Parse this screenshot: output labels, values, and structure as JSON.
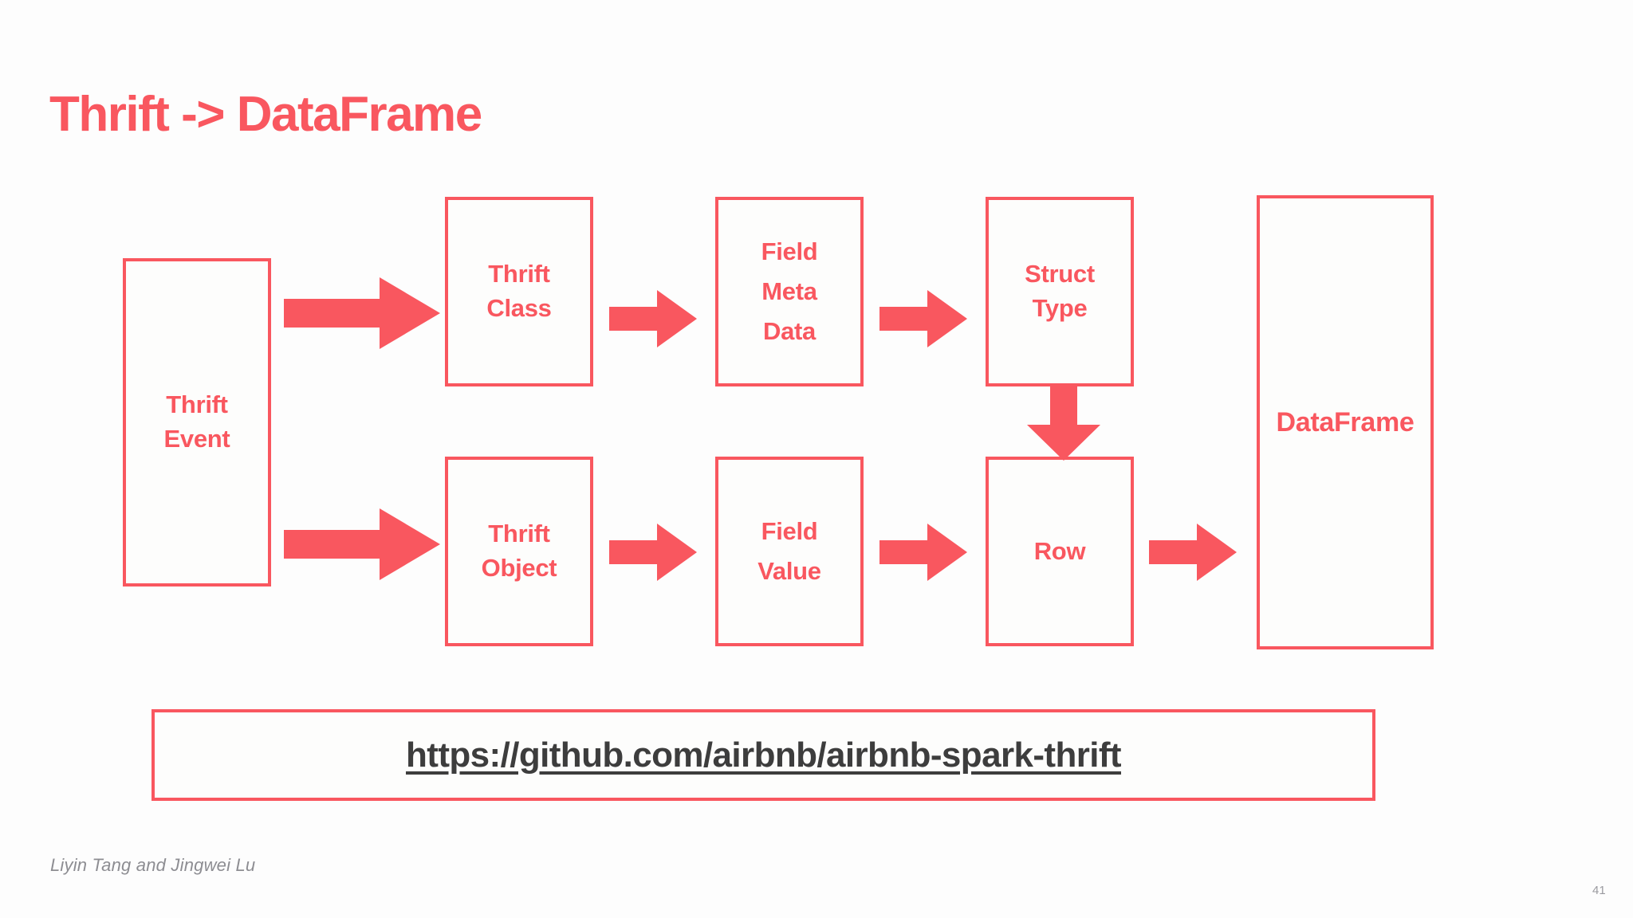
{
  "slide": {
    "title": "Thrift -> DataFrame",
    "number": "41",
    "authors": "Liyin Tang and Jingwei Lu",
    "accent_color": "#f9575f",
    "background_color": "#fdfdfd",
    "link_color": "#3d3d3d"
  },
  "diagram": {
    "type": "flow",
    "nodes": [
      {
        "id": "thrift-event",
        "lines": [
          "Thrift",
          "Event"
        ]
      },
      {
        "id": "thrift-class",
        "lines": [
          "Thrift",
          "Class"
        ]
      },
      {
        "id": "field-meta-data",
        "lines": [
          "Field",
          "Meta",
          "Data"
        ]
      },
      {
        "id": "struct-type",
        "lines": [
          "Struct",
          "Type"
        ]
      },
      {
        "id": "thrift-object",
        "lines": [
          "Thrift",
          "Object"
        ]
      },
      {
        "id": "field-value",
        "lines": [
          "Field",
          "Value"
        ]
      },
      {
        "id": "row",
        "lines": [
          "Row"
        ]
      },
      {
        "id": "dataframe",
        "lines": [
          "DataFrame"
        ]
      }
    ],
    "edges": [
      {
        "from": "thrift-event",
        "to": "thrift-class",
        "direction": "right"
      },
      {
        "from": "thrift-event",
        "to": "thrift-object",
        "direction": "right"
      },
      {
        "from": "thrift-class",
        "to": "field-meta-data",
        "direction": "right"
      },
      {
        "from": "field-meta-data",
        "to": "struct-type",
        "direction": "right"
      },
      {
        "from": "thrift-object",
        "to": "field-value",
        "direction": "right"
      },
      {
        "from": "field-value",
        "to": "row",
        "direction": "right"
      },
      {
        "from": "struct-type",
        "to": "row",
        "direction": "down"
      },
      {
        "from": "row",
        "to": "dataframe",
        "direction": "right"
      }
    ]
  },
  "link": {
    "url": "https://github.com/airbnb/airbnb-spark-thrift"
  }
}
